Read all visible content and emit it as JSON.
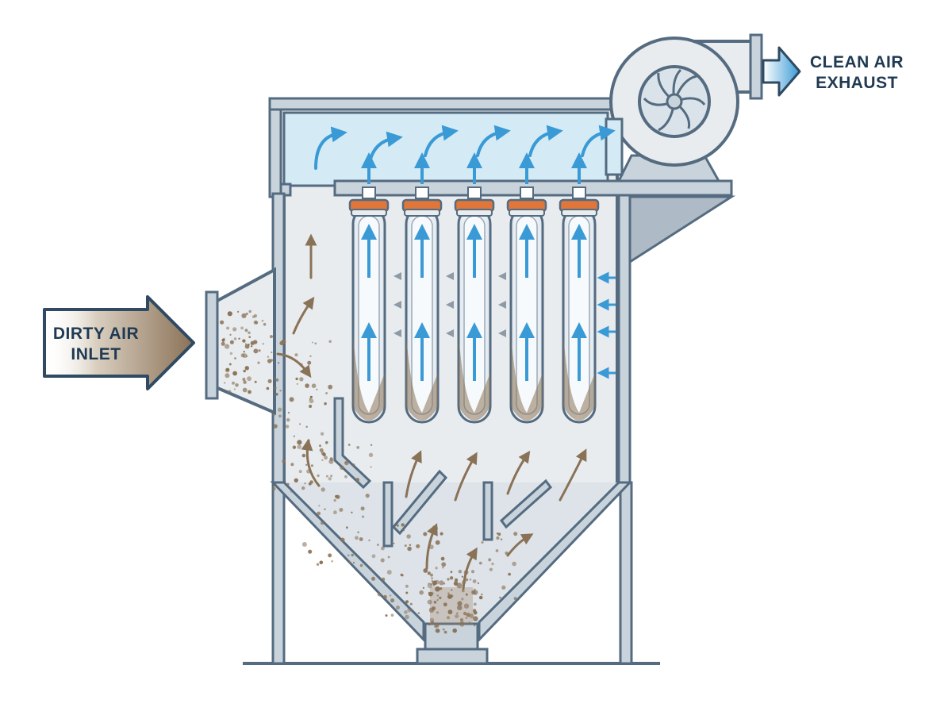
{
  "labels": {
    "inlet_line1": "DIRTY AIR",
    "inlet_line2": "INLET",
    "exhaust_line1": "CLEAN AIR",
    "exhaust_line2": "EXHAUST"
  },
  "colors": {
    "outline": "#546b80",
    "steel": "#c9d3dc",
    "chamber": "#e8ecef",
    "clean_plenum": "#d4ebf6",
    "clean_arrow": "#3a9ad6",
    "dust": "#8a7257",
    "cap": "#e0763a"
  },
  "icons": [
    "fan-icon",
    "inlet-arrow-icon",
    "exhaust-arrow-icon"
  ]
}
